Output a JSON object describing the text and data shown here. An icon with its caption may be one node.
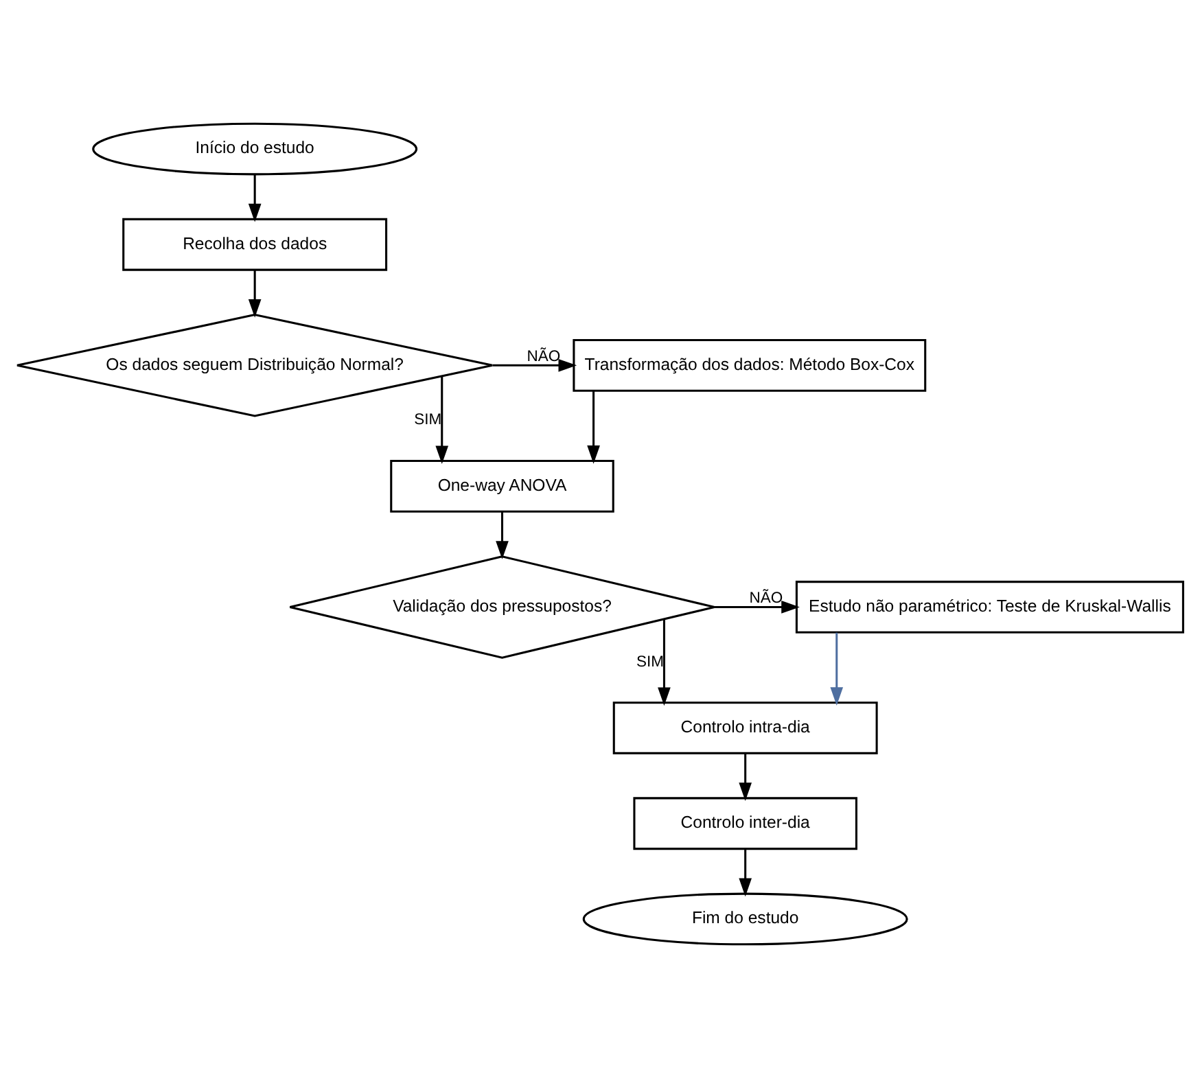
{
  "diagram": {
    "nodes": [
      {
        "text": [
          "Início do estudo"
        ]
      },
      {
        "text": [
          "Recolha dos dados"
        ]
      },
      {
        "text": [
          "Os dados seguem Distribuição Normal?"
        ]
      },
      {
        "text": [
          "Transformação dos dados: Método Box-Cox"
        ]
      },
      {
        "text": [
          "One-way ANOVA"
        ]
      },
      {
        "text": [
          "Validação dos pressupostos?"
        ]
      },
      {
        "text": [
          "Estudo não paramétrico: Teste de Kruskal-Wallis"
        ]
      },
      {
        "text": [
          "Controlo intra-dia"
        ]
      },
      {
        "text": [
          "Controlo inter-dia"
        ]
      },
      {
        "text": [
          "Fim do estudo"
        ]
      }
    ],
    "edges": [
      {
        "from": 0,
        "to": 1,
        "arrow": "to"
      },
      {
        "from": 1,
        "to": 2,
        "arrow": "to"
      },
      {
        "from": 2,
        "to": 3,
        "label": "NÃO",
        "arrow": "to"
      },
      {
        "from": 2,
        "to": 4,
        "label": "SIM",
        "arrow": "to"
      },
      {
        "from": 3,
        "to": 4,
        "arrow": "to"
      },
      {
        "from": 4,
        "to": 5,
        "arrow": "to"
      },
      {
        "from": 5,
        "to": 6,
        "label": "NÃO",
        "arrow": "to"
      },
      {
        "from": 5,
        "to": 7,
        "label": "SIM",
        "arrow": "to"
      },
      {
        "from": 6,
        "to": 7,
        "arrow": "to",
        "color": "#4f6fa0"
      },
      {
        "from": 7,
        "to": 8,
        "arrow": "to"
      },
      {
        "from": 8,
        "to": 9,
        "arrow": "to"
      }
    ]
  }
}
